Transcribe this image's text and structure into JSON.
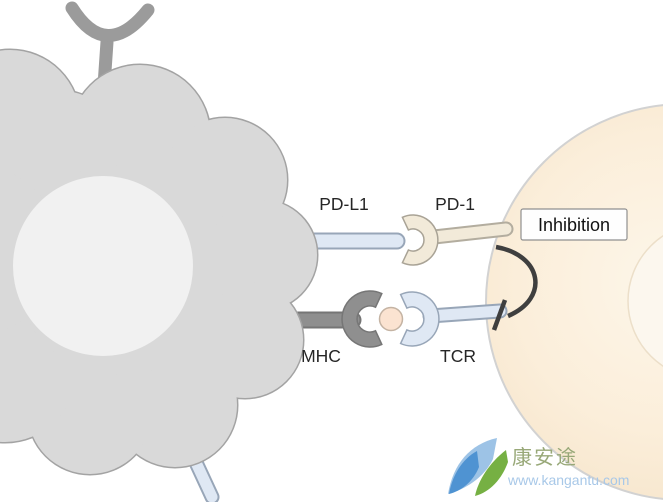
{
  "labels": {
    "pdl1": "PD-L1",
    "pd1": "PD-1",
    "mhc": "MHC",
    "tcr": "TCR",
    "inhibition": "Inhibition"
  },
  "watermark": {
    "brand": "康安途",
    "url": "www.kangantu.com"
  },
  "colors": {
    "tumor_cell_fill": "#d9d9d9",
    "tumor_cell_outline": "#a3a3a3",
    "tumor_nucleus_fill": "#f1f1f1",
    "ligand_blue_fill": "#dfe8f4",
    "ligand_blue_outline": "#98a6b8",
    "pd1_cream_fill": "#f2ead9",
    "pd1_cream_outline": "#a9a396",
    "mhc_gray_fill": "#8f8f8f",
    "mhc_gray_outline": "#767676",
    "receptor_y_gray": "#9b9b9b",
    "peptide_fill": "#fbe3d1",
    "peptide_outline": "#c4b3a3",
    "t_cell_fill": "#fbeeda",
    "t_cell_outline": "#d2d2d2",
    "inhibition_line": "#3f3f3f",
    "watermark_text_green": "#98a878",
    "watermark_url_blue": "#a8c8e8",
    "logo_blue": "#4f93d2",
    "logo_light_blue": "#9dc3e6",
    "logo_green": "#76b043"
  }
}
